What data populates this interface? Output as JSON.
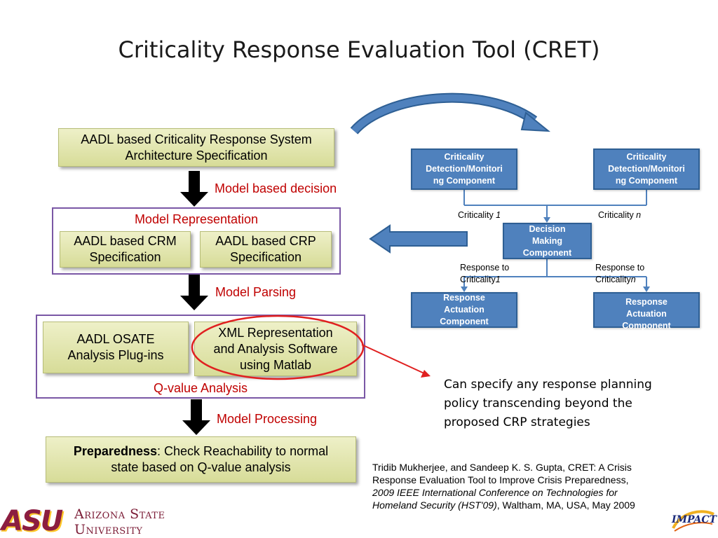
{
  "title": "Criticality Response Evaluation Tool (CRET)",
  "left_flow": {
    "top_box": [
      "AADL based Criticality Response System",
      "Architecture Specification"
    ],
    "step1_label": "Model based decision",
    "model_representation": {
      "label": "Model Representation",
      "crm": [
        "AADL based CRM",
        "Specification"
      ],
      "crp": [
        "AADL based CRP",
        "Specification"
      ]
    },
    "step2_label": "Model Parsing",
    "qvalue": {
      "label": "Q-value Analysis",
      "osate": [
        "AADL OSATE",
        "Analysis Plug-ins"
      ],
      "xml": [
        "XML Representation",
        "and Analysis Software",
        "using Matlab"
      ]
    },
    "step3_label": "Model Processing",
    "preparedness": {
      "bold": "Preparedness",
      "rest": ": Check Reachability to normal",
      "line2": "state based on Q-value analysis"
    }
  },
  "right_diagram": {
    "detection_1": [
      "Criticality",
      "Detection/Monitori",
      "ng Component"
    ],
    "detection_n": [
      "Criticality",
      "Detection/Monitori",
      "ng Component"
    ],
    "criticality_1_prefix": "Criticality ",
    "criticality_1_italic": "1",
    "criticality_n_prefix": "Criticality ",
    "criticality_n_italic": "n",
    "decision": [
      "Decision",
      "Making",
      "Component"
    ],
    "response_1": [
      "Response to",
      "Criticality",
      "1"
    ],
    "response_n": [
      "Response to",
      "Criticality",
      "n"
    ],
    "actuation_1": [
      "Response",
      "Actuation",
      "Component"
    ],
    "actuation_n": [
      "Response",
      "Actuation",
      "Component"
    ]
  },
  "note": [
    "Can specify any response planning",
    "policy transcending beyond the",
    "proposed CRP strategies"
  ],
  "citation": {
    "plain1": "Tridib Mukherjee, and Sandeep K. S. Gupta, CRET: A Crisis Response Evaluation Tool to Improve Crisis Preparedness, ",
    "italic": "2009 IEEE International Conference on Technologies for Homeland Security (HST'09)",
    "plain2": ", Waltham, MA, USA, May 2009"
  },
  "logos": {
    "asu_mark": "ASU",
    "asu_line1": "Arizona State",
    "asu_line2": "University",
    "impact": "IMPACT"
  },
  "colors": {
    "accent_red": "#c00000",
    "frame_purple": "#7a57a5",
    "component_blue": "#4f81bd",
    "box_green": "#d7dc98",
    "asu_maroon": "#8c1d40",
    "asu_gold": "#ffc627"
  },
  "icons": [
    "down-arrow-icon",
    "left-arrow-icon",
    "curved-arrow-icon"
  ]
}
